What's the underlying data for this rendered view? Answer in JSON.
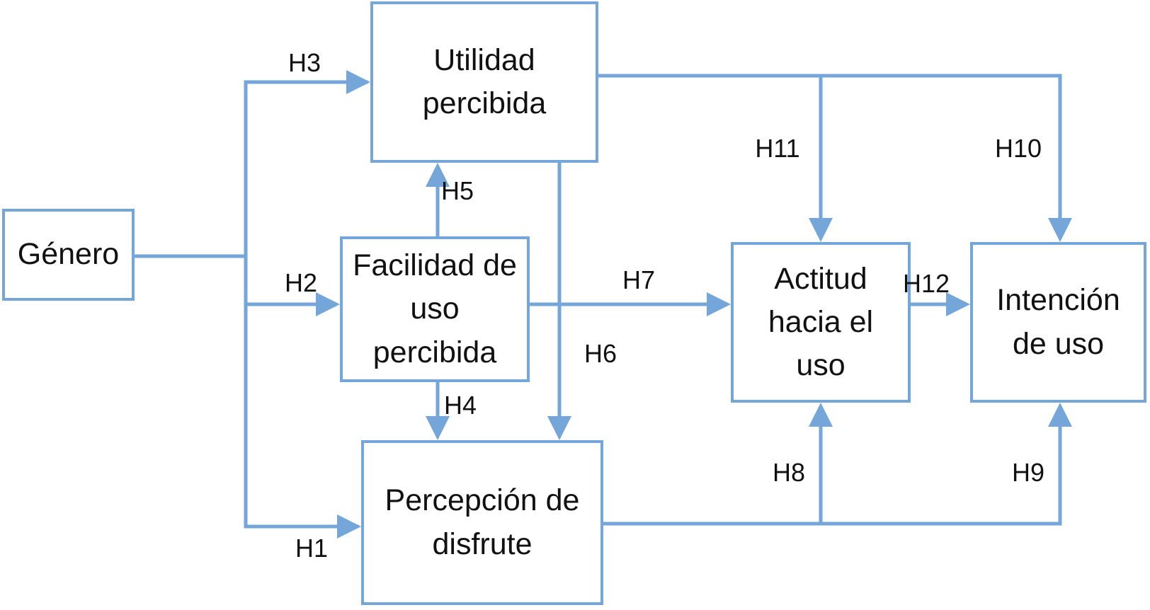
{
  "diagram": {
    "background": "#ffffff",
    "line_color": "#74a6d9",
    "text_color": "#111111",
    "nodes": {
      "genero": {
        "label": "Género"
      },
      "utilidad": {
        "label": "Utilidad\npercibida"
      },
      "facilidad": {
        "label": "Facilidad de\nuso\npercibida"
      },
      "percepcion": {
        "label": "Percepción de\ndisfrute"
      },
      "actitud": {
        "label": "Actitud\nhacia el\nuso"
      },
      "intencion": {
        "label": "Intención\nde uso"
      }
    },
    "edges": [
      {
        "label": "H1",
        "from": "genero",
        "to": "percepcion"
      },
      {
        "label": "H2",
        "from": "genero",
        "to": "facilidad"
      },
      {
        "label": "H3",
        "from": "genero",
        "to": "utilidad"
      },
      {
        "label": "H4",
        "from": "facilidad",
        "to": "percepcion"
      },
      {
        "label": "H5",
        "from": "facilidad",
        "to": "utilidad"
      },
      {
        "label": "H6",
        "from": "utilidad",
        "to": "percepcion"
      },
      {
        "label": "H7",
        "from": "facilidad",
        "to": "actitud"
      },
      {
        "label": "H8",
        "from": "percepcion",
        "to": "actitud"
      },
      {
        "label": "H9",
        "from": "percepcion",
        "to": "intencion"
      },
      {
        "label": "H10",
        "from": "utilidad",
        "to": "intencion"
      },
      {
        "label": "H11",
        "from": "utilidad",
        "to": "actitud"
      },
      {
        "label": "H12",
        "from": "actitud",
        "to": "intencion"
      }
    ]
  }
}
